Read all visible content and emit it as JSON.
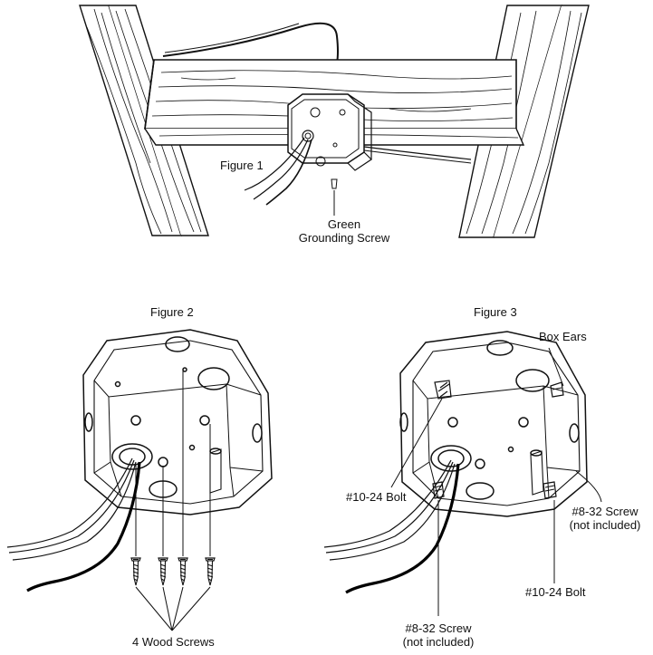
{
  "figures": {
    "figure1": {
      "title": "Figure 1",
      "callout_line1": "Green",
      "callout_line2": "Grounding Screw"
    },
    "figure2": {
      "title": "Figure 2",
      "callout": "4 Wood Screws"
    },
    "figure3": {
      "title": "Figure 3",
      "box_ears": "Box Ears",
      "bolt_left": "#10-24 Bolt",
      "screw_right_line1": "#8-32 Screw",
      "screw_right_line2": "(not included)",
      "bolt_bottom": "#10-24 Bolt",
      "screw_bottom_line1": "#8-32 Screw",
      "screw_bottom_line2": "(not included)"
    }
  },
  "colors": {
    "line": "#111111",
    "wood_fill": "#ffffff",
    "wire_black": "#000000",
    "background": "#ffffff"
  }
}
